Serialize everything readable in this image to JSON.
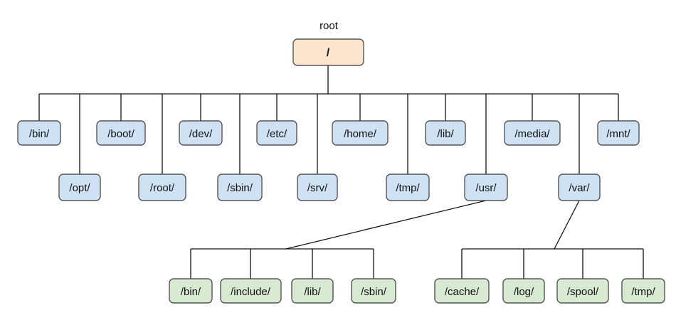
{
  "root_caption": "root",
  "root": {
    "label": "/",
    "color": "#fce5cd"
  },
  "colors": {
    "level1": "#cfe2f3",
    "level2": "#d9ead3",
    "border": "#555555",
    "line": "#111111"
  },
  "level1": [
    {
      "label": "/bin/"
    },
    {
      "label": "/opt/"
    },
    {
      "label": "/boot/"
    },
    {
      "label": "/root/"
    },
    {
      "label": "/dev/"
    },
    {
      "label": "/sbin/"
    },
    {
      "label": "/etc/"
    },
    {
      "label": "/srv/"
    },
    {
      "label": "/home/"
    },
    {
      "label": "/tmp/"
    },
    {
      "label": "/lib/"
    },
    {
      "label": "/usr/"
    },
    {
      "label": "/media/"
    },
    {
      "label": "/var/"
    },
    {
      "label": "/mnt/"
    }
  ],
  "usr_children": [
    {
      "label": "/bin/"
    },
    {
      "label": "/include/"
    },
    {
      "label": "/lib/"
    },
    {
      "label": "/sbin/"
    }
  ],
  "var_children": [
    {
      "label": "/cache/"
    },
    {
      "label": "/log/"
    },
    {
      "label": "/spool/"
    },
    {
      "label": "/tmp/"
    }
  ]
}
